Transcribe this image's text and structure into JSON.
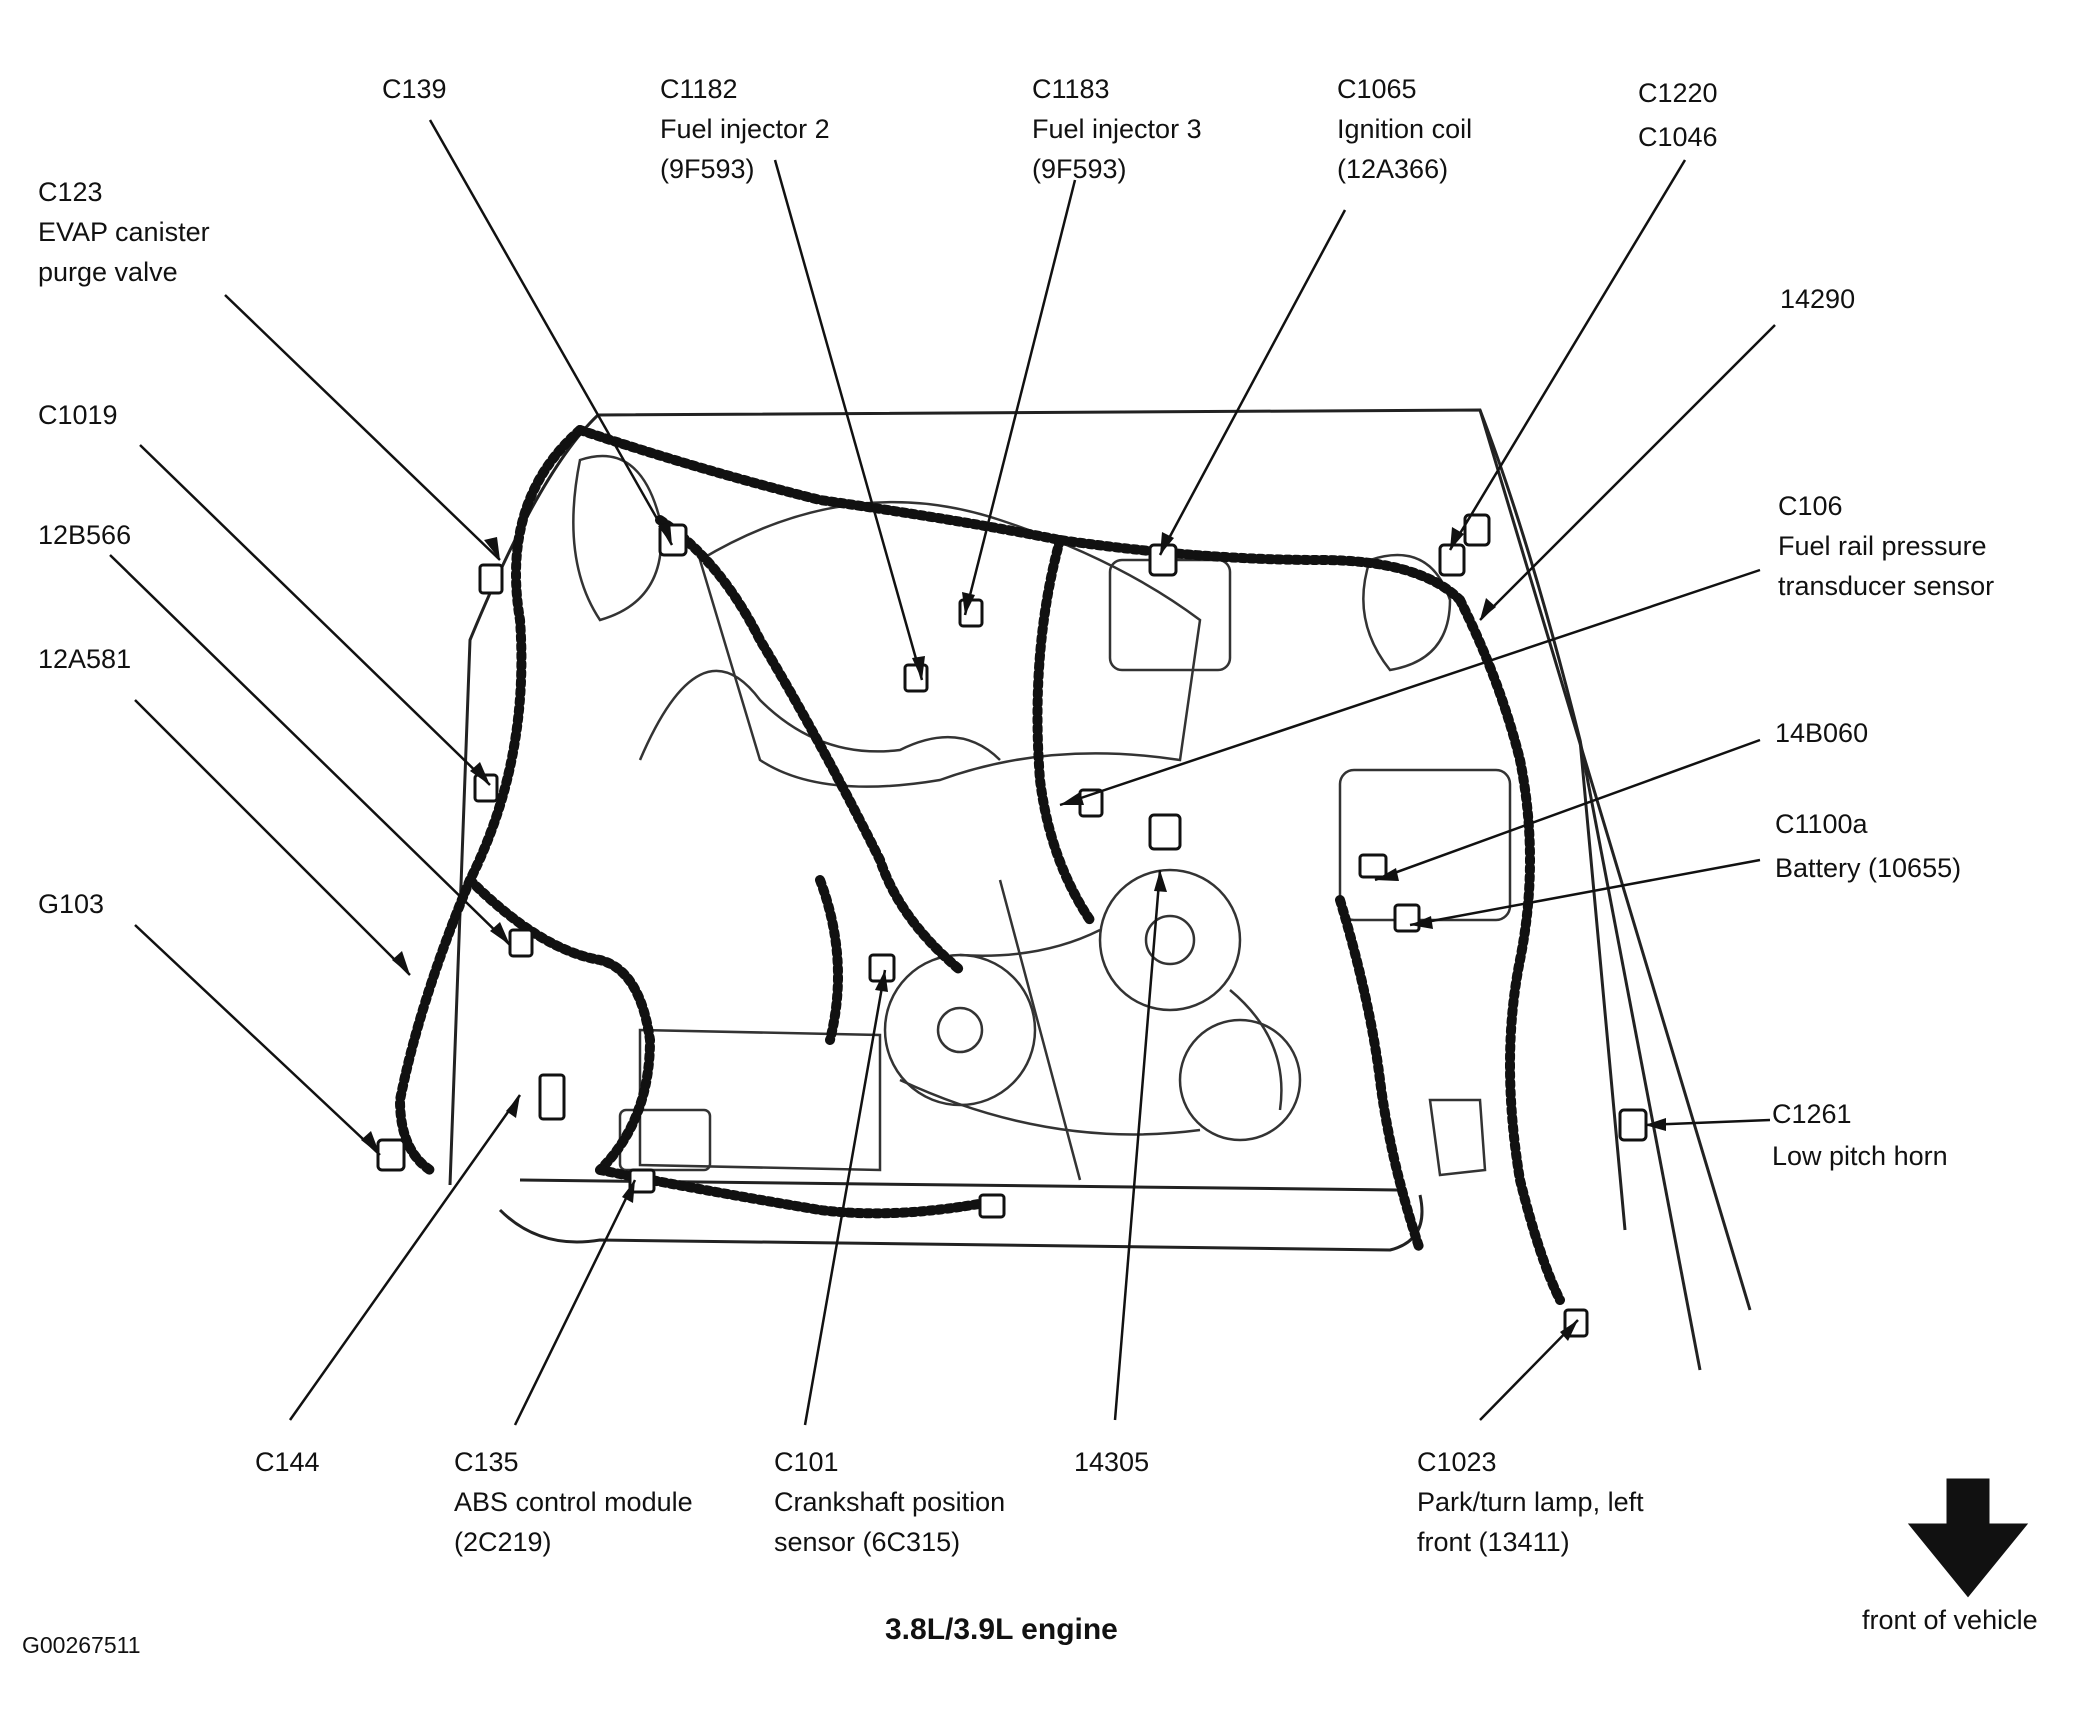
{
  "figure_id": "G00267511",
  "caption": "3.8L/3.9L engine",
  "front_label": "front of vehicle",
  "labels": {
    "c139": [
      "C139"
    ],
    "c1182": [
      "C1182",
      "Fuel injector 2",
      "(9F593)"
    ],
    "c1183": [
      "C1183",
      "Fuel injector 3",
      "(9F593)"
    ],
    "c1065": [
      "C1065",
      "Ignition coil",
      "(12A366)"
    ],
    "c1220": [
      "C1220",
      "C1046"
    ],
    "c123": [
      "C123",
      "EVAP canister",
      "purge valve"
    ],
    "n14290": [
      "14290"
    ],
    "c1019": [
      "C1019"
    ],
    "c106": [
      "C106",
      "Fuel rail pressure",
      "transducer sensor"
    ],
    "n12b566": [
      "12B566"
    ],
    "n12a581": [
      "12A581"
    ],
    "n14b060": [
      "14B060"
    ],
    "c1100a": [
      "C1100a",
      "Battery (10655)"
    ],
    "g103": [
      "G103"
    ],
    "c1261": [
      "C1261",
      "Low pitch horn"
    ],
    "c144": [
      "C144"
    ],
    "c135": [
      "C135",
      "ABS control module",
      "(2C219)"
    ],
    "c101": [
      "C101",
      "Crankshaft position",
      "sensor (6C315)"
    ],
    "n14305": [
      "14305"
    ],
    "c1023": [
      "C1023",
      "Park/turn lamp, left",
      "front (13411)"
    ]
  }
}
